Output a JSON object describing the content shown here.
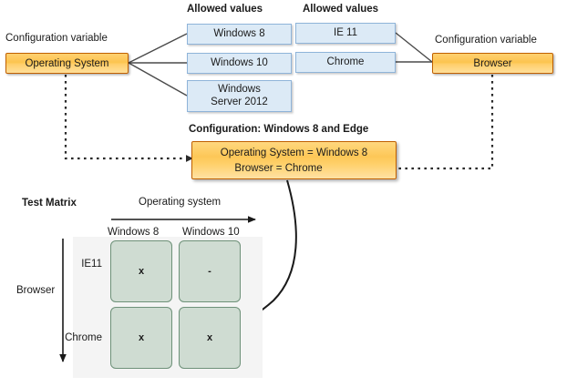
{
  "diagram": {
    "title_left": "Configuration variable",
    "title_right": "Configuration variable",
    "allowed_values_heading_left": "Allowed values",
    "allowed_values_heading_right": "Allowed values"
  },
  "variables": {
    "os": {
      "name": "Operating System",
      "allowed_values": [
        "Windows 8",
        "Windows 10",
        "Windows\nServer 2012"
      ],
      "allowed_values_flat": [
        "Windows 8",
        "Windows 10",
        "Windows Server 2012"
      ]
    },
    "browser": {
      "name": "Browser",
      "allowed_values": [
        "IE 11",
        "Chrome"
      ]
    }
  },
  "configuration": {
    "heading": "Configuration: Windows 8 and Edge",
    "line1": "Operating System = Windows 8",
    "line2": "Browser = Chrome"
  },
  "matrix": {
    "title": "Test Matrix",
    "x_axis_label": "Operating system",
    "y_axis_label": "Browser",
    "columns": [
      "Windows 8",
      "Windows 10"
    ],
    "rows": [
      "IE11",
      "Chrome"
    ],
    "cells": [
      [
        "x",
        "-"
      ],
      [
        "x",
        "x"
      ]
    ]
  },
  "colors": {
    "config_variable_fill": "#fcc44f",
    "config_variable_border": "#c06000",
    "allowed_value_fill": "#dceaf6",
    "allowed_value_border": "#8fb4d9",
    "matrix_cell_fill": "#cfdcd2",
    "matrix_cell_border": "#6e9179",
    "matrix_backdrop": "#f4f4f4",
    "connector_line": "#404040",
    "text": "#1a1a1a"
  }
}
